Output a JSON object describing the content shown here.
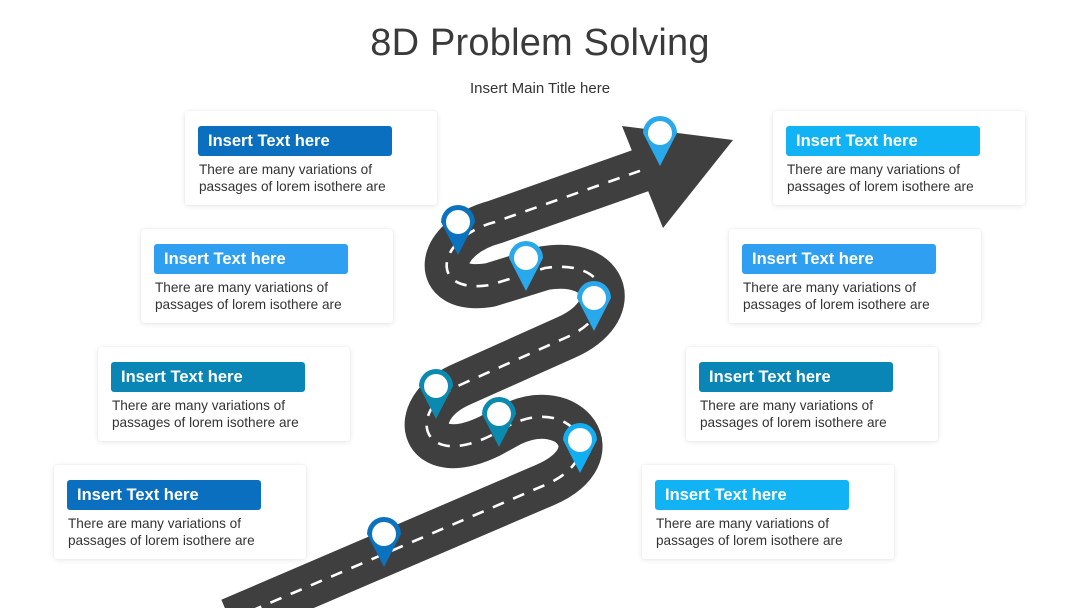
{
  "header": {
    "title": "8D Problem Solving",
    "subtitle": "Insert Main Title here"
  },
  "colors": {
    "road": "#3f3f3f",
    "road_marking": "#ffffff",
    "pin_dark_blue": "#0b72bf",
    "pin_light_blue": "#29a8ec",
    "pin_teal": "#0b8ab0",
    "pin_sky": "#12aef2"
  },
  "cards": [
    {
      "label": "Insert Text here",
      "text": "There are many variations of passages of lorem isothere are",
      "color": "#0b6fc0"
    },
    {
      "label": "Insert Text here",
      "text": "There are many variations of passages of lorem isothere are",
      "color": "#2f9ff2"
    },
    {
      "label": "Insert Text here",
      "text": "There are many variations of passages of lorem isothere are",
      "color": "#0a86b6"
    },
    {
      "label": "Insert Text here",
      "text": "There are many variations of passages of lorem isothere are",
      "color": "#0b6fc0"
    },
    {
      "label": "Insert Text here",
      "text": "There are many variations of passages of lorem isothere are",
      "color": "#12b3f4"
    },
    {
      "label": "Insert Text here",
      "text": "There are many variations of passages of lorem isothere are",
      "color": "#2f9ff2"
    },
    {
      "label": "Insert Text here",
      "text": "There are many variations of passages of lorem isothere are",
      "color": "#0a86b6"
    },
    {
      "label": "Insert Text here",
      "text": "There are many variations of passages of lorem isothere are",
      "color": "#12b3f4"
    }
  ],
  "pins": [
    {
      "name": "pin-top",
      "color": "#29a8ec"
    },
    {
      "name": "pin-2",
      "color": "#0b72bf"
    },
    {
      "name": "pin-3",
      "color": "#29a8ec"
    },
    {
      "name": "pin-4",
      "color": "#29a8ec"
    },
    {
      "name": "pin-5",
      "color": "#0b8ab0"
    },
    {
      "name": "pin-6",
      "color": "#0b8ab0"
    },
    {
      "name": "pin-7",
      "color": "#12aef2"
    },
    {
      "name": "pin-bottom",
      "color": "#0b72bf"
    }
  ]
}
